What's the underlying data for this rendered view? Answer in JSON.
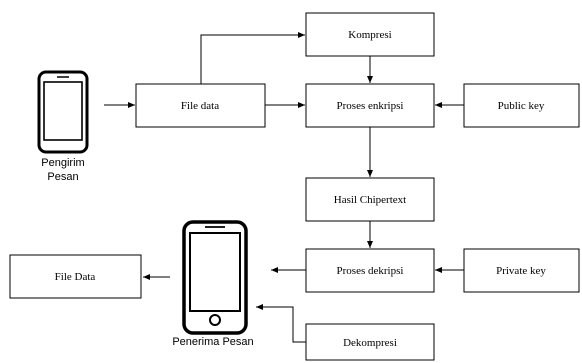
{
  "nodes": {
    "kompresi": "Kompresi",
    "file_data": "File data",
    "proses_enkripsi": "Proses enkripsi",
    "public_key": "Public key",
    "hasil_chipertext": "Hasil Chipertext",
    "proses_dekripsi": "Proses dekripsi",
    "private_key": "Private key",
    "file_data_out": "File Data",
    "dekompresi": "Dekompresi"
  },
  "actors": {
    "sender_line1": "Pengirim",
    "sender_line2": "Pesan",
    "receiver": "Penerima Pesan"
  },
  "icons": {
    "sender": "smartphone-icon",
    "receiver": "smartphone-icon"
  },
  "colors": {
    "stroke": "#000000",
    "background": "#ffffff"
  }
}
